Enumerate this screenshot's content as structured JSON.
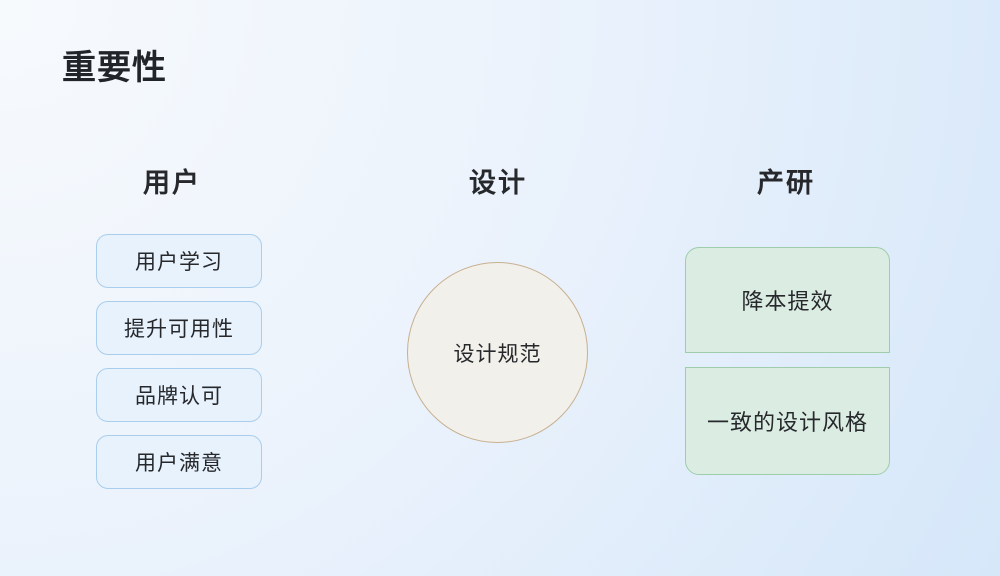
{
  "page": {
    "title": "重要性"
  },
  "colors": {
    "background_gradient_start": "#f7fafd",
    "background_gradient_end": "#d5e7f9",
    "title_text": "#212429",
    "body_text": "#26282c",
    "blue_box_fill": "#e8f2fc",
    "blue_box_border": "#a9cdec",
    "circle_fill": "#f2f0ea",
    "circle_border": "#c8b091",
    "green_box_fill": "#dbece2",
    "green_box_border": "#9fccab"
  },
  "columns": [
    {
      "id": "user",
      "header": "用户",
      "items": [
        "用户学习",
        "提升可用性",
        "品牌认可",
        "用户满意"
      ]
    },
    {
      "id": "design",
      "header": "设计",
      "circle_label": "设计规范"
    },
    {
      "id": "product-rd",
      "header": "产研",
      "items": [
        "降本提效",
        "一致的设计风格"
      ]
    }
  ]
}
